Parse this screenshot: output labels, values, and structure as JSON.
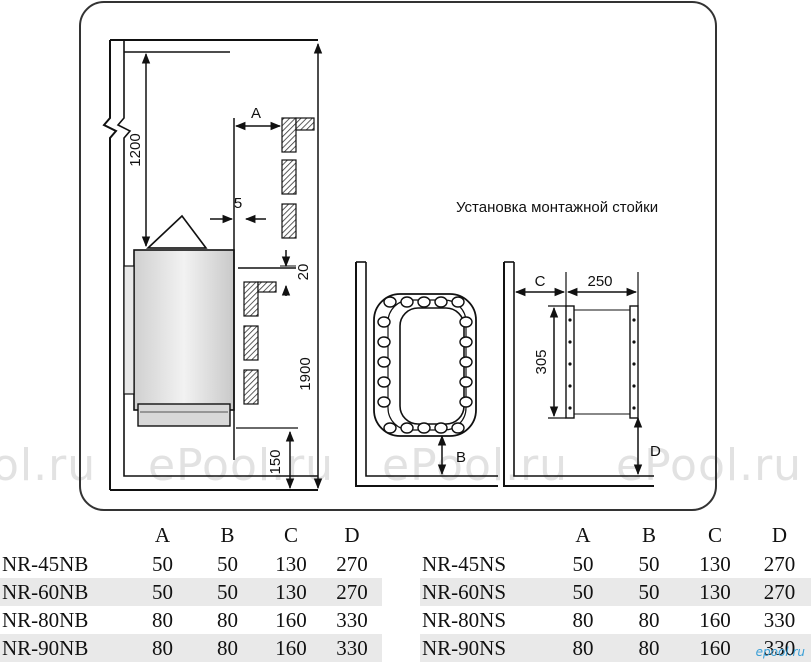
{
  "diagram": {
    "caption": "Установка монтажной стойки",
    "dims": {
      "a": "A",
      "five": "5",
      "h1200": "1200",
      "twenty": "20",
      "h1900": "1900",
      "h150": "150",
      "b": "B",
      "c": "C",
      "w250": "250",
      "h305": "305",
      "d": "D"
    }
  },
  "watermark": "ePool.ru",
  "watermark_fragment": "ol.ru",
  "logo": "epool.ru",
  "tables": [
    {
      "headers": [
        "",
        "A",
        "B",
        "C",
        "D"
      ],
      "rows": [
        [
          "NR-45NB",
          "50",
          "50",
          "130",
          "270"
        ],
        [
          "NR-60NB",
          "50",
          "50",
          "130",
          "270"
        ],
        [
          "NR-80NB",
          "80",
          "80",
          "160",
          "330"
        ],
        [
          "NR-90NB",
          "80",
          "80",
          "160",
          "330"
        ]
      ]
    },
    {
      "headers": [
        "",
        "A",
        "B",
        "C",
        "D"
      ],
      "rows": [
        [
          "NR-45NS",
          "50",
          "50",
          "130",
          "270"
        ],
        [
          "NR-60NS",
          "50",
          "50",
          "130",
          "270"
        ],
        [
          "NR-80NS",
          "80",
          "80",
          "160",
          "330"
        ],
        [
          "NR-90NS",
          "80",
          "80",
          "160",
          "330"
        ]
      ]
    }
  ]
}
